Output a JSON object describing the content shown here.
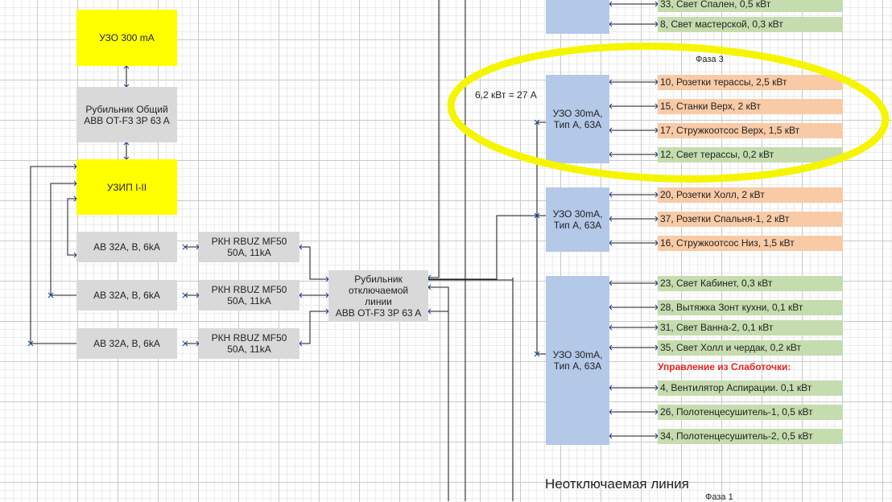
{
  "blocks": {
    "uzo_main": "УЗО 300 mA",
    "main_switch": "Рубильник Общий\nABB OT-F3 3P 63 A",
    "uzip": "УЗИП I-II",
    "breakers": [
      "АВ 32А, В, 6kA",
      "АВ 32А, В, 6kA",
      "АВ 32А, В, 6kA"
    ],
    "relays": [
      "РКН RBUZ MF50\n50A, 11kA",
      "РКН RBUZ MF50\n50A, 11kA",
      "РКН RBUZ MF50\n50A, 11kA"
    ],
    "line_switch": "Рубильник\nотключаемой\nлинии\nABB OT-F3 3P 63 A",
    "rcd_2": "УЗО 30mA,\nТип А, 63А",
    "rcd_3": "УЗО 30mA,\nТип А, 63А",
    "rcd_4": "УЗО 30mA,\nТип А, 63А"
  },
  "labels": {
    "phase3": "Фаза 3",
    "power_note": "6,2 кВт = 27 А",
    "control_header": "Управление из Слаботочки:",
    "non_switchable": "Неотключаемая линия",
    "phase1": "Фаза 1"
  },
  "loads_top": [
    {
      "label": "33, Свет Спален, 0,5 кВт",
      "color": "green"
    },
    {
      "label": "8, Свет мастерской, 0,3 кВт",
      "color": "green"
    }
  ],
  "loads_group1": [
    {
      "label": "10, Розетки терассы, 2,5 кВт",
      "color": "orange"
    },
    {
      "label": "15, Станки Верх, 2 кВт",
      "color": "orange"
    },
    {
      "label": "17, Стружкоотсос Верх, 1,5 кВт",
      "color": "orange"
    },
    {
      "label": "12, Свет терассы, 0,2 кВт",
      "color": "green"
    }
  ],
  "loads_group2": [
    {
      "label": "20, Розетки Холл, 2 кВт",
      "color": "orange"
    },
    {
      "label": "37, Розетки Спальня-1, 2 кВт",
      "color": "orange"
    },
    {
      "label": "16, Стружкоотсос Низ, 1,5 кВт",
      "color": "orange"
    }
  ],
  "loads_group3": [
    {
      "label": "23, Свет Кабинет, 0,3 кВт",
      "color": "green"
    },
    {
      "label": "28, Вытяжка Зонт кухни, 0,1 кВт",
      "color": "green"
    },
    {
      "label": "31, Свет Ванна-2, 0,1 кВт",
      "color": "green"
    },
    {
      "label": "35, Свет Холл и чердак, 0,2 кВт",
      "color": "green"
    },
    {
      "label": "4, Вентилятор Аспирации. 0,1 кВт",
      "color": "green"
    },
    {
      "label": "26, Полотенцесушитель-1, 0,5 кВт",
      "color": "green"
    },
    {
      "label": "34, Полотенцесушитель-2, 0,5 кВт",
      "color": "green"
    }
  ],
  "colors": {
    "yellow_block": "#ffff00",
    "gray_block": "#d9d9d9",
    "blue_block": "#b4c8e8",
    "green_load": "#c5dcae",
    "orange_load": "#f8caa6",
    "highlight_ellipse": "#f5f500",
    "control_header": "#e8211a"
  }
}
